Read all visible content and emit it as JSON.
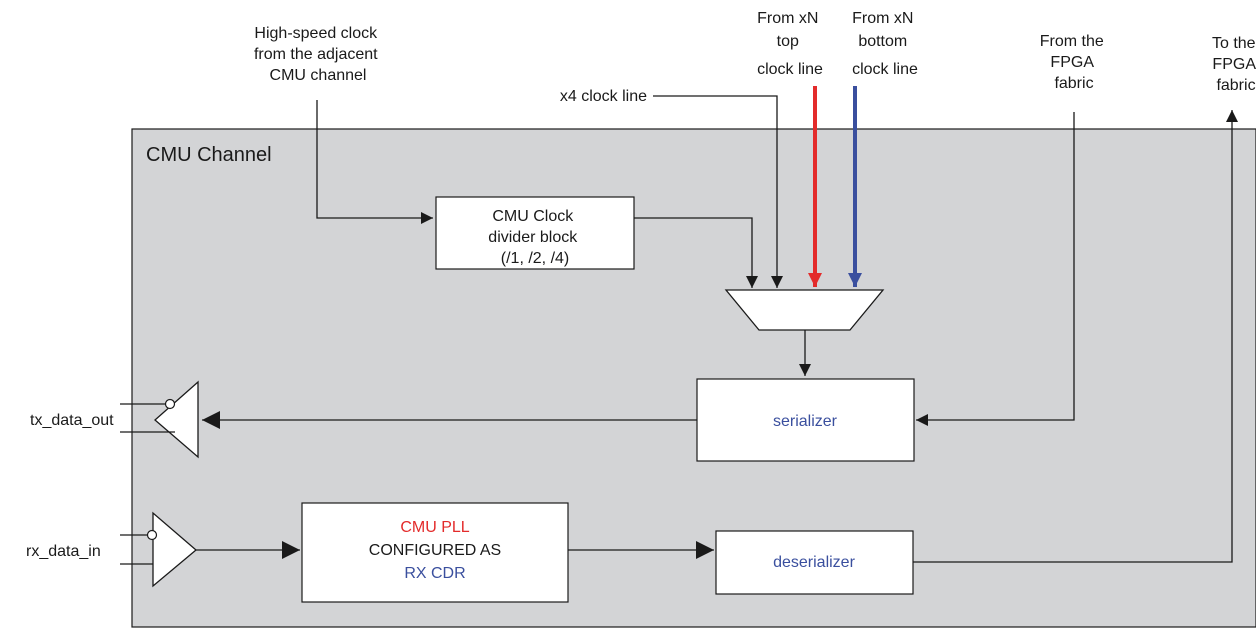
{
  "channel": {
    "title": "CMU Channel",
    "fill": "#d3d4d6"
  },
  "colors": {
    "red": "#e32b2b",
    "blue": "#3a4f9e",
    "line": "#1a1a1a"
  },
  "inputs": {
    "high_speed_clock": [
      "High-speed clock",
      "from the adjacent",
      "CMU channel"
    ],
    "x4_clock": "x4 clock line",
    "xn_top": [
      "From xN",
      "top",
      "clock line"
    ],
    "xn_bottom": [
      "From xN",
      "bottom",
      "clock line"
    ],
    "from_fabric": [
      "From the",
      "FPGA",
      "fabric"
    ],
    "to_fabric": [
      "To the",
      "FPGA",
      "fabric"
    ]
  },
  "blocks": {
    "clock_divider": [
      "CMU Clock",
      "divider block",
      "(/1, /2, /4)"
    ],
    "serializer": "serializer",
    "pll": {
      "line1": "CMU PLL",
      "line2": "CONFIGURED AS",
      "line3": "RX CDR"
    },
    "deserializer": "deserializer"
  },
  "ports": {
    "tx": "tx_data_out",
    "rx": "rx_data_in"
  },
  "icons": [
    "multiplexer-icon",
    "tx-buffer-icon",
    "rx-buffer-icon"
  ]
}
